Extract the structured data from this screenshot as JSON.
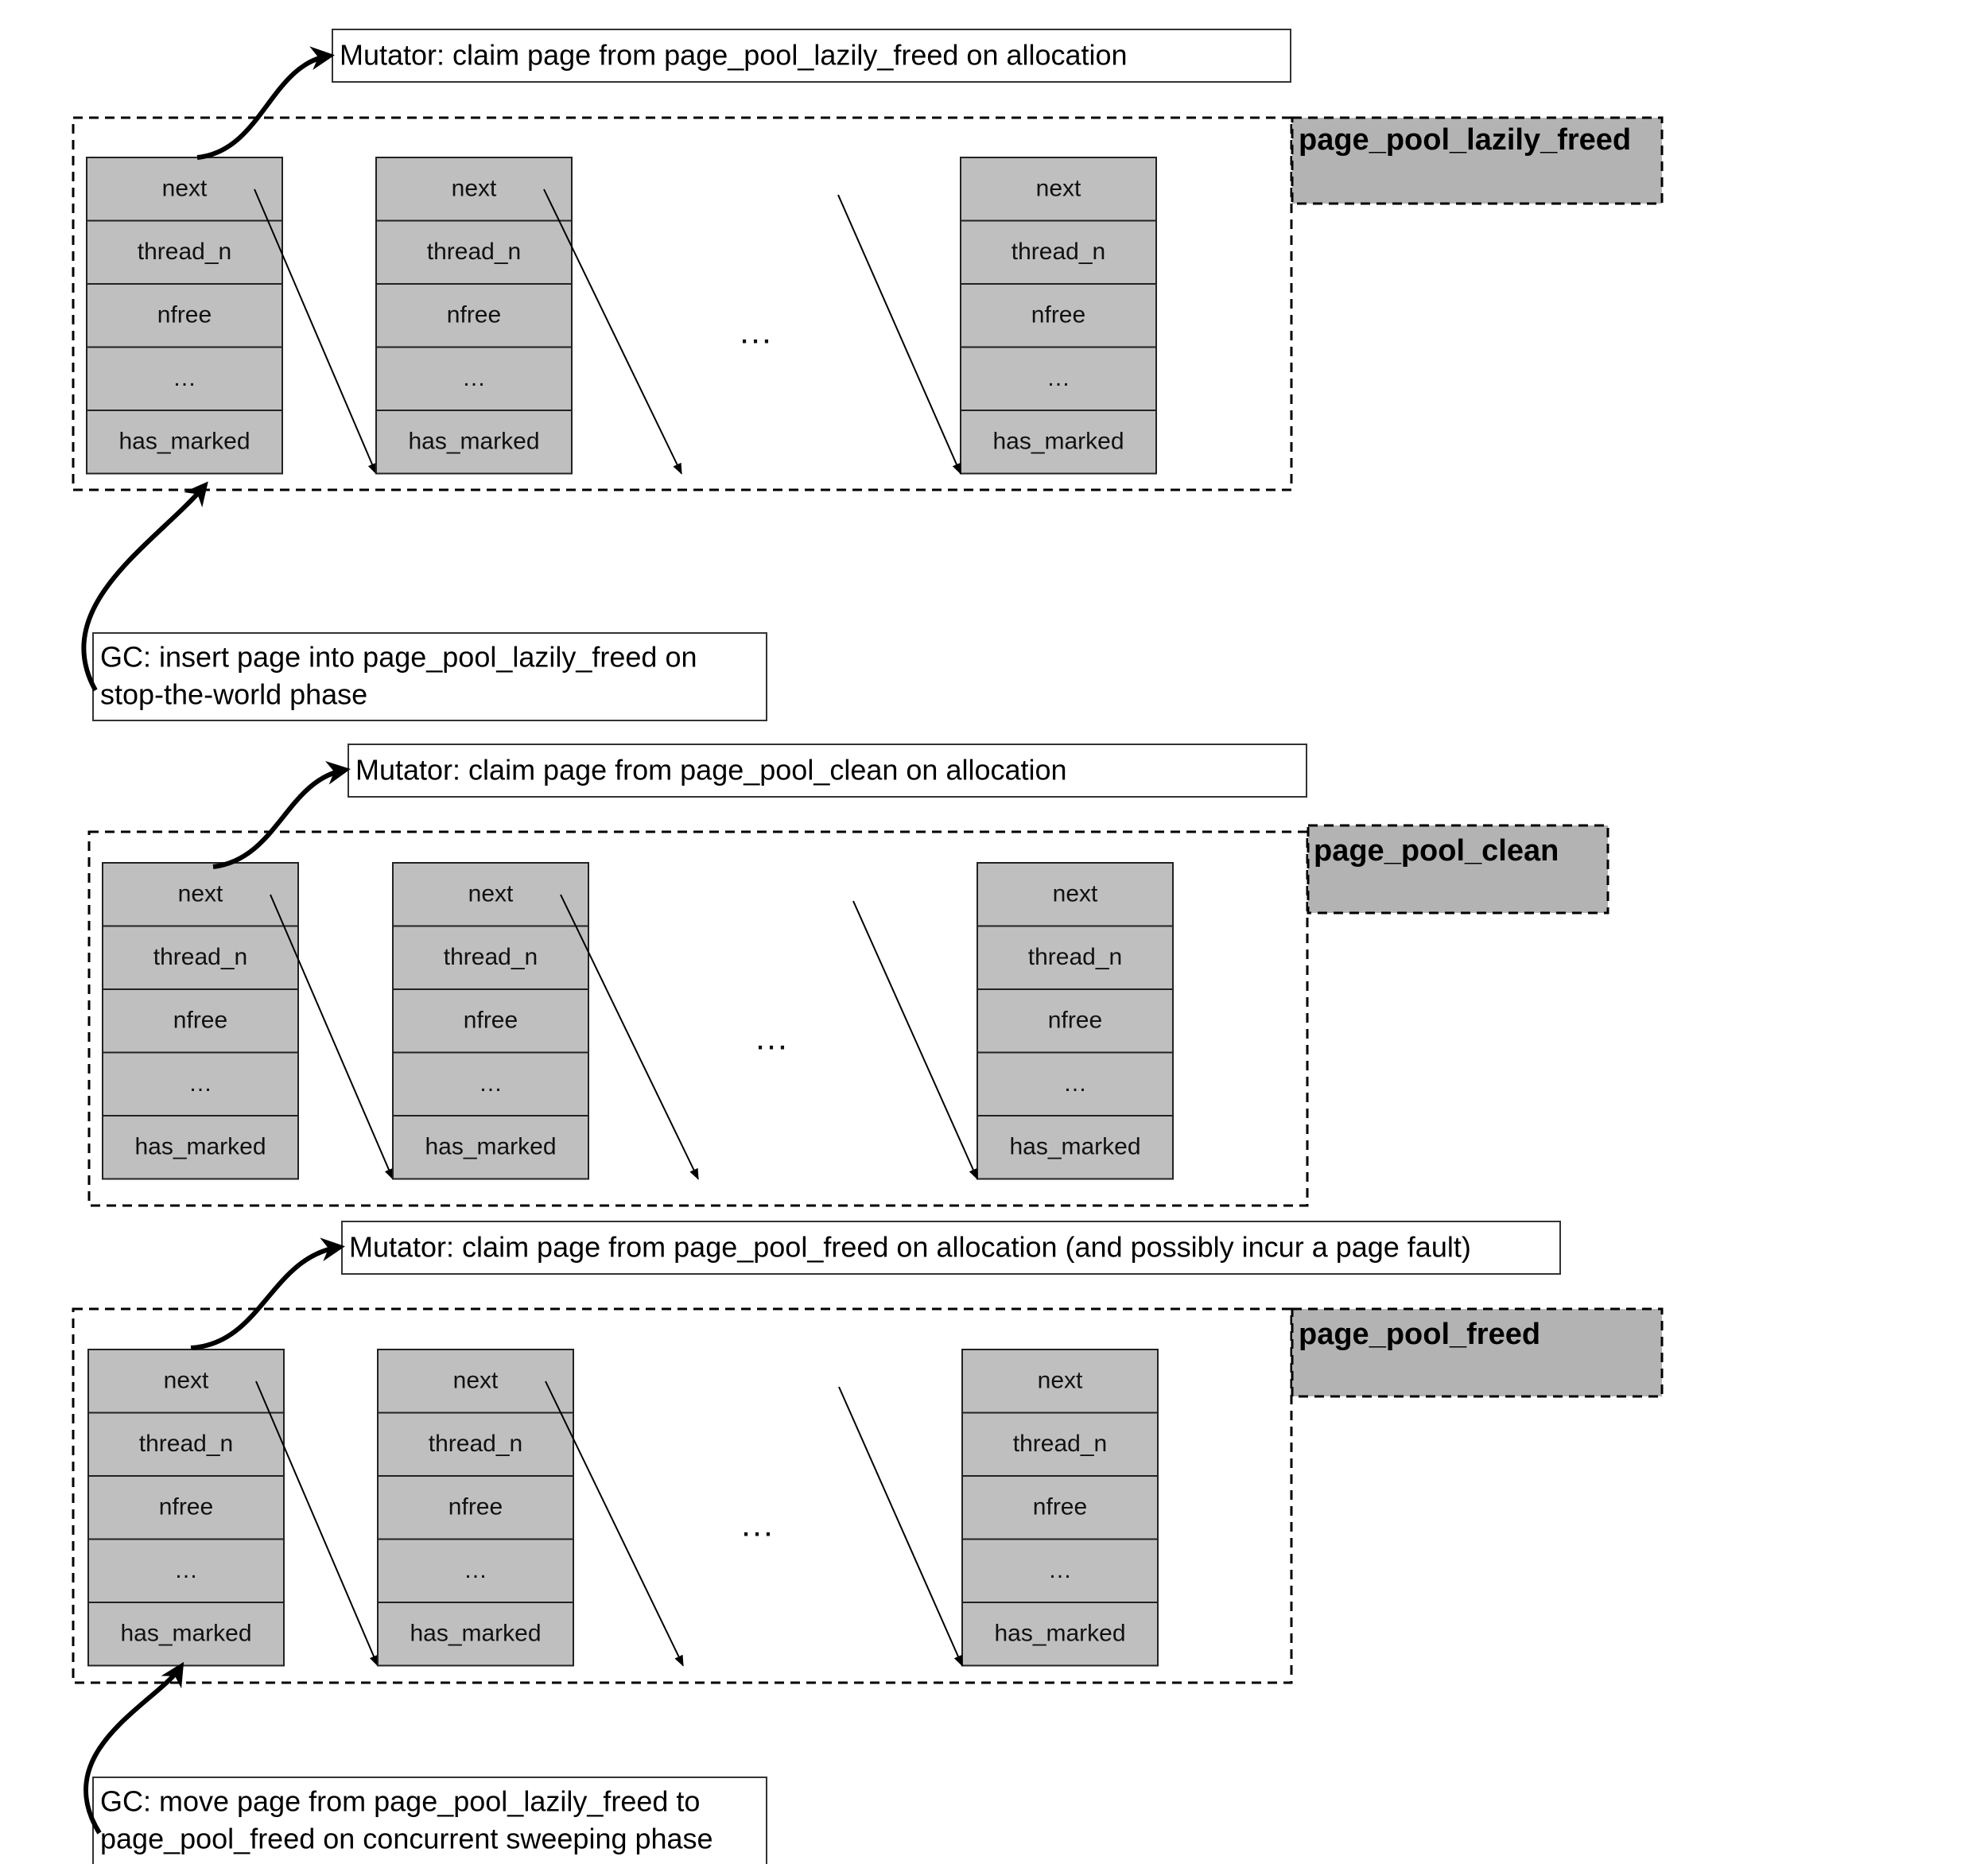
{
  "pools": [
    {
      "name": "page_pool_lazily_freed",
      "mutator_note": "Mutator: claim page from page_pool_lazily_freed on allocation",
      "gc_note": [
        "GC: insert page into page_pool_lazily_freed on",
        "stop-the-world phase"
      ]
    },
    {
      "name": "page_pool_clean",
      "mutator_note": "Mutator: claim page from page_pool_clean on allocation",
      "gc_note": null
    },
    {
      "name": "page_pool_freed",
      "mutator_note": "Mutator: claim page from page_pool_freed on allocation (and possibly incur a page fault)",
      "gc_note": [
        "GC: move page from page_pool_lazily_freed to",
        "page_pool_freed on concurrent sweeping phase"
      ]
    }
  ],
  "page_fields": [
    "next",
    "thread_n",
    "nfree",
    "…",
    "has_marked"
  ],
  "ellipsis": "…",
  "colors": {
    "page_fill": "#bfbfbf",
    "pool_label_fill": "#b3b3b3",
    "stroke": "#000000",
    "background": "#ffffff"
  }
}
